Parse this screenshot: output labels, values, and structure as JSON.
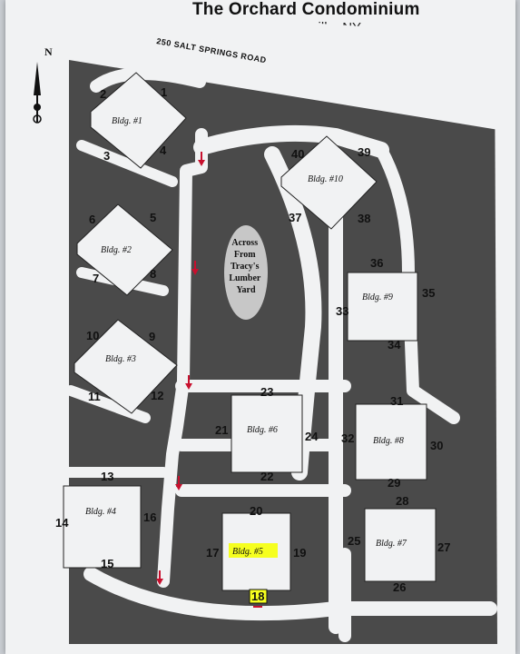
{
  "header": {
    "title": "The Orchard Condominium",
    "subtitle": "Fayetteville, NY"
  },
  "road": {
    "label": "250 SALT SPRINGS ROAD"
  },
  "compass": {
    "letter": "N"
  },
  "center_oval": {
    "lines": [
      "Across",
      "From",
      "Tracy's",
      "Lumber",
      "Yard"
    ]
  },
  "buildings": [
    {
      "id": "b1",
      "label": "Bldg. #1"
    },
    {
      "id": "b2",
      "label": "Bldg. #2"
    },
    {
      "id": "b3",
      "label": "Bldg. #3"
    },
    {
      "id": "b4",
      "label": "Bldg. #4"
    },
    {
      "id": "b5",
      "label": "Bldg. #5",
      "highlighted": true
    },
    {
      "id": "b6",
      "label": "Bldg. #6"
    },
    {
      "id": "b7",
      "label": "Bldg. #7"
    },
    {
      "id": "b8",
      "label": "Bldg. #8"
    },
    {
      "id": "b9",
      "label": "Bldg. #9"
    },
    {
      "id": "b10",
      "label": "Bldg. #10"
    }
  ],
  "units": [
    "1",
    "2",
    "3",
    "4",
    "5",
    "6",
    "7",
    "8",
    "9",
    "10",
    "11",
    "12",
    "13",
    "14",
    "15",
    "16",
    "17",
    "18",
    "19",
    "20",
    "21",
    "22",
    "23",
    "24",
    "25",
    "26",
    "27",
    "28",
    "29",
    "30",
    "31",
    "32",
    "33",
    "34",
    "35",
    "36",
    "37",
    "38",
    "39",
    "40"
  ],
  "highlighted_unit": "18",
  "colors": {
    "land": "#4a4a4a",
    "road": "#f1f2f3",
    "building": "#f1f2f3",
    "highlight": "#f6ff1f",
    "arrow": "#c8102e"
  },
  "icons": [
    "compass-icon",
    "arrow-down-icon"
  ]
}
